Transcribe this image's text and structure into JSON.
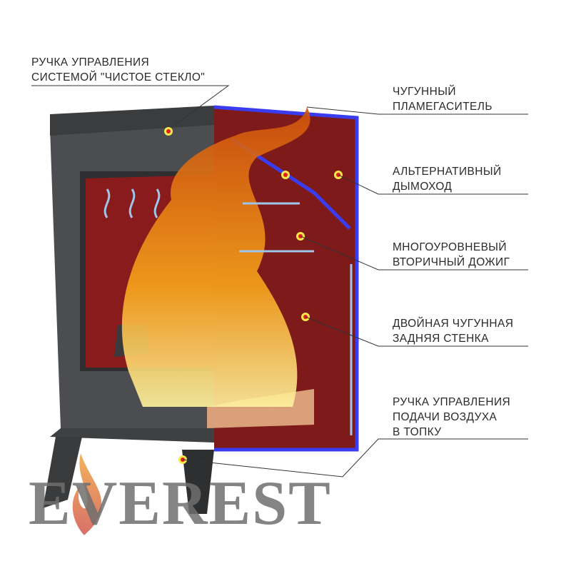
{
  "callouts": [
    {
      "id": "glass-clean-handle",
      "lines": [
        "РУЧКА УПРАВЛЕНИЯ",
        "СИСТЕМОЙ \"ЧИСТОЕ СТЕКЛО\""
      ]
    },
    {
      "id": "flame-damper",
      "lines": [
        "ЧУГУННЫЙ",
        "ПЛАМЕГАСИТЕЛЬ"
      ]
    },
    {
      "id": "alt-flue",
      "lines": [
        "АЛЬТЕРНАТИВНЫЙ",
        "ДЫМОХОД"
      ]
    },
    {
      "id": "secondary-burn",
      "lines": [
        "МНОГОУРОВНЕВЫЙ",
        "ВТОРИЧНЫЙ ДОЖИГ"
      ]
    },
    {
      "id": "back-wall",
      "lines": [
        "ДВОЙНАЯ ЧУГУННАЯ",
        "ЗАДНЯЯ СТЕНКА"
      ]
    },
    {
      "id": "air-handle",
      "lines": [
        "РУЧКА УПРАВЛЕНИЯ",
        "ПОДАЧИ ВОЗДУХА",
        "В ТОПКУ"
      ]
    }
  ],
  "logo": {
    "text": "EVEREST"
  },
  "colors": {
    "body": "#4a4b4d",
    "firebox": "#8c1c1c",
    "cutaway": "#3a3cf0",
    "flame": "#f6a21a",
    "marker": "#e41c1c",
    "marker_ring": "#f4e84a"
  }
}
